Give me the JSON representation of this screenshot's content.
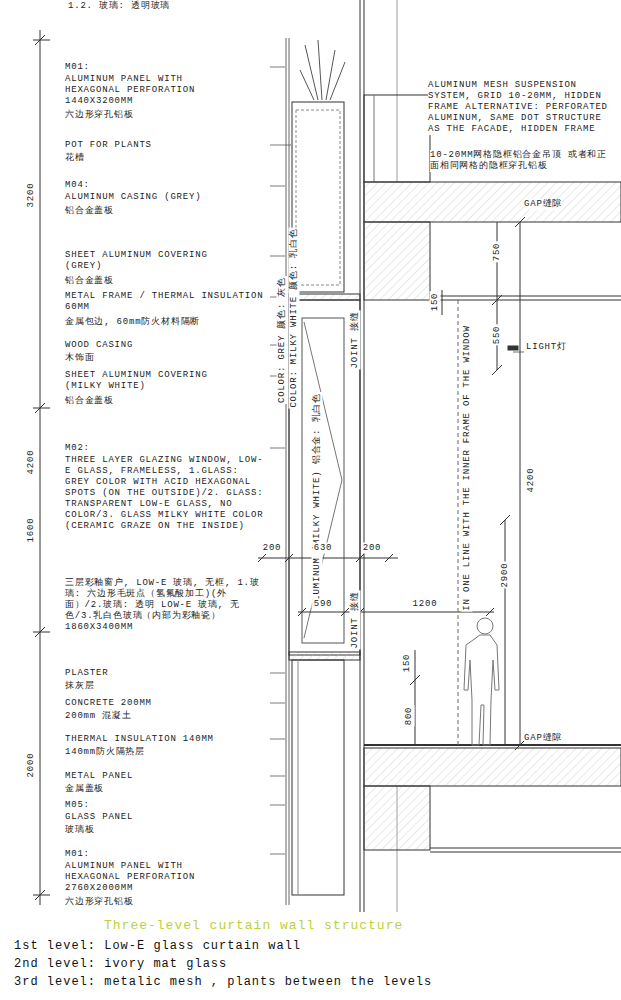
{
  "diagram": {
    "caption": "Three-level curtain wall structure",
    "labels": [
      "1.2. 玻璃: 透明玻璃",
      "M01:",
      "ALUMINUM PANEL WITH HEXAGONAL PERFORATION 1440X3200MM",
      "六边形穿孔铝板",
      "POT FOR PLANTS",
      "花槽",
      "M04:",
      "ALUMINUM CASING (GREY)",
      "铝合金盖板",
      "SHEET ALUMINUM COVERING (GREY)",
      "铝合金盖板",
      "METAL FRAME / THERMAL INSULATION 60MM",
      "金属包边, 60mm防火材料隔断",
      "WOOD CASING",
      "木饰面",
      "SHEET ALUMINUM COVERING (MILKY WHITE)",
      "铝合金盖板",
      "M02:",
      "THREE LAYER GLAZING WINDOW, LOW-E GLASS, FRAMELESS, 1.GLASS: GREY COLOR WITH ACID HEXAGONAL SPOTS (ON THE OUTSIDE)/2. GLASS: TRANSPARENT LOW-E GLASS, NO COLOR/3. GLASS MILKY WHITE COLOR (CERAMIC GRAZE ON THE INSIDE)",
      "三层彩釉窗户, LOW-E 玻璃, 无框, 1.玻璃: 六边形毛斑点（氢氟酸加工)(外面）/2.玻璃: 透明 LOW-E 玻璃, 无色/3.乳白色玻璃（内部为彩釉瓷）1860X3400MM",
      "PLASTER",
      "抹灰层",
      "CONCRETE 200MM",
      "200mm 混凝土",
      "THERMAL INSULATION 140MM",
      "140mm防火隔热层",
      "METAL PANEL",
      "金属盖板",
      "M05:",
      "GLASS PANEL",
      "玻璃板",
      "M01:",
      "ALUMINUM PANEL WITH HEXAGONAL PERFORATION 2760X2000MM",
      "六边形穿孔铝板",
      "ALUMINUM MESH SUSPENSION SYSTEM, GRID 10-20MM, HIDDEN FRAME ALTERNATIVE: PERFORATED ALUMINUM, SAME DOT STRUCTURE AS THE FACADE, HIDDEN FRAME",
      "10-20MM网格隐框铝合金吊顶 或者和正面相同网格的隐框穿孔铝板",
      "GAP缝隙",
      "LIGHT灯",
      "GAP缝隙",
      "3200",
      "4200",
      "1600",
      "2000",
      "COLOR: GREY 颜色: 灰色",
      "COLOR: MILKY WHITE 颜色: 乳白色",
      "JOINT 接缝",
      "ALUMINUM (MILKY WHITE) 铝合金: 乳白色",
      "JOINT 接缝",
      "200",
      "630",
      "200",
      "590",
      "1200",
      "150",
      "750",
      "550",
      "4200",
      "IN ONE LINE WITH THE INNER FRAME OF THE WINDOW",
      "2900",
      "150",
      "800",
      "1st level: Low-E glass curtain wall",
      "2nd level: ivory mat glass",
      "3rd level: metalic mesh , plants between the levels"
    ]
  }
}
